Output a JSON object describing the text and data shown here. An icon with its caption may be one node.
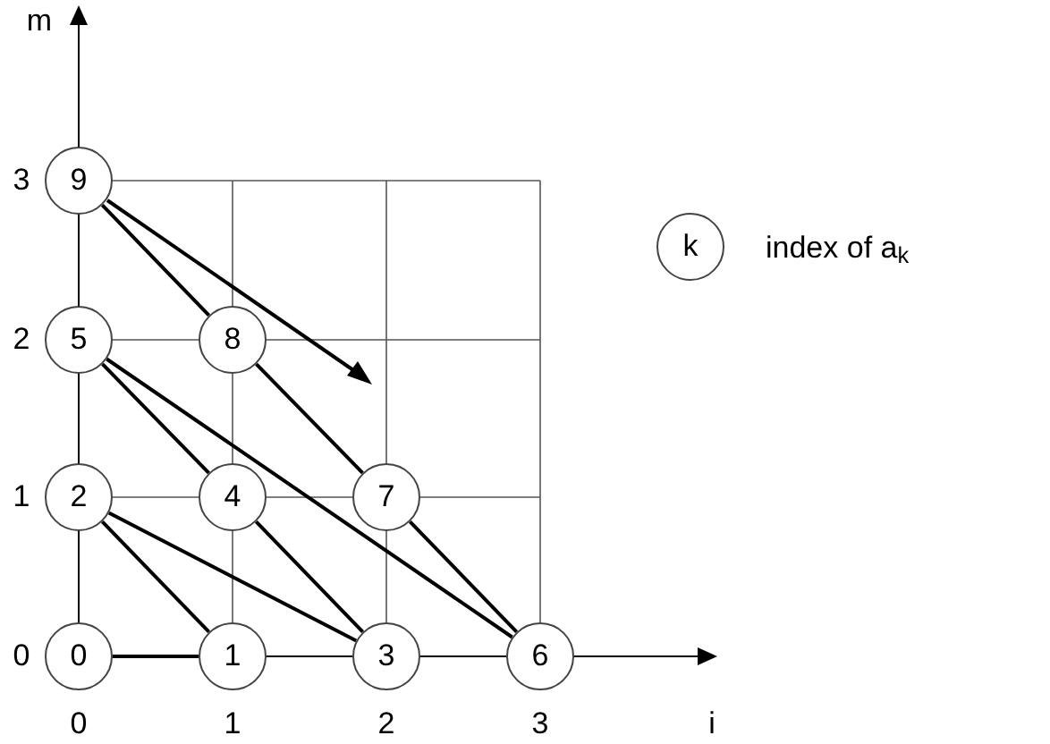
{
  "diagram": {
    "nodes": [
      {
        "text": [
          "0"
        ]
      },
      {
        "text": [
          "1"
        ]
      },
      {
        "text": [
          "2"
        ]
      },
      {
        "text": [
          "3"
        ]
      },
      {
        "text": [
          "4"
        ]
      },
      {
        "text": [
          "5"
        ]
      },
      {
        "text": [
          "6"
        ]
      },
      {
        "text": [
          "7"
        ]
      },
      {
        "text": [
          "8"
        ]
      },
      {
        "text": [
          "9"
        ]
      },
      {
        "text": [
          "k"
        ],
        "beside": [
          "index of a$_{k}$"
        ]
      }
    ],
    "edges": [
      {
        "from": 0,
        "to": 1,
        "arrow": "none"
      },
      {
        "from": 2,
        "to": 1,
        "arrow": "none"
      },
      {
        "from": 2,
        "to": 3,
        "arrow": "none"
      },
      {
        "from": 5,
        "to": 4,
        "arrow": "none"
      },
      {
        "from": 4,
        "to": 3,
        "arrow": "none"
      },
      {
        "from": 5,
        "to": 6,
        "arrow": "none"
      },
      {
        "from": 9,
        "to": 8,
        "arrow": "none"
      },
      {
        "from": 8,
        "to": 7,
        "arrow": "none"
      },
      {
        "from": 7,
        "to": 6,
        "arrow": "none"
      }
    ],
    "labels": [
      "m",
      "3",
      "2",
      "1",
      "0",
      "0",
      "1",
      "2",
      "3",
      "i"
    ]
  }
}
